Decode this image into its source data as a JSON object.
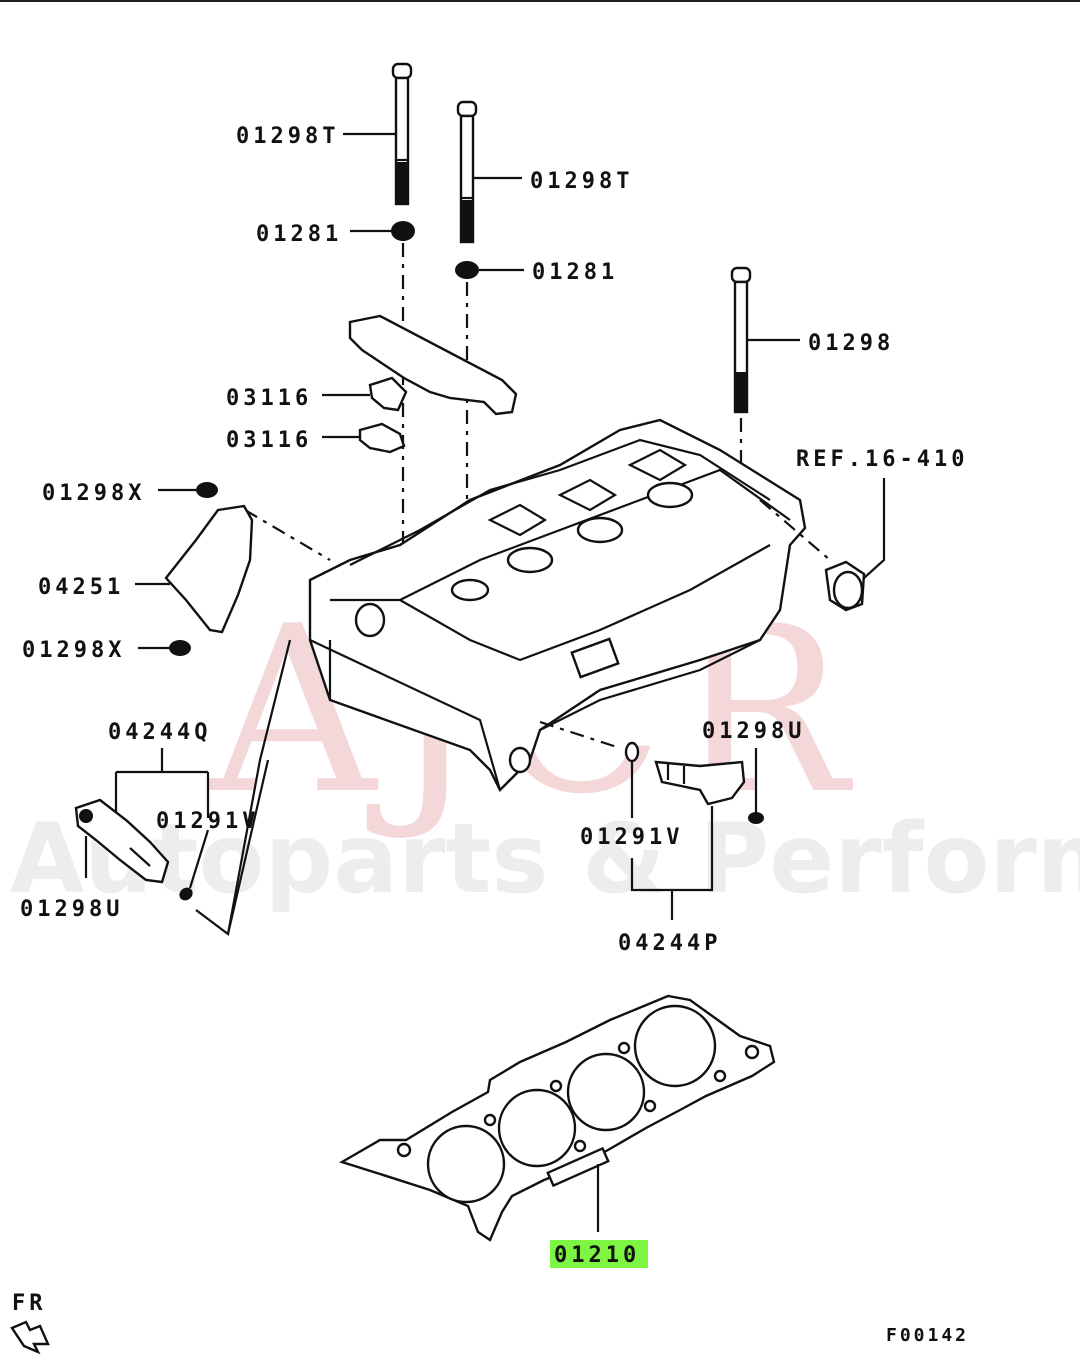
{
  "watermark": {
    "brand": "AJCR",
    "tagline": "Autoparts & Performance"
  },
  "labels": {
    "bolt_long_left": "01298T",
    "bolt_long_right": "01298T",
    "washer_left": "01281",
    "washer_right": "01281",
    "bolt_head": "01298",
    "bracket_upper": "03116",
    "bracket_lower": "03116",
    "reference": "REF.16-410",
    "bolt_x_upper": "01298X",
    "cover": "04251",
    "bolt_x_lower": "01298X",
    "ocv_assy_left": "04244Q",
    "oring_left": "01291V",
    "bolt_u_left": "01298U",
    "bolt_u_right": "01298U",
    "oring_right": "01291V",
    "ocv_assy_right": "04244P",
    "head_gasket": "01210",
    "direction": "FR",
    "figure_code": "F00142"
  },
  "colors": {
    "highlight": "#7ef542",
    "line": "#111111",
    "watermark_red": "#e8a8ad"
  },
  "icons": {
    "direction_arrow": "front-arrow-icon"
  }
}
